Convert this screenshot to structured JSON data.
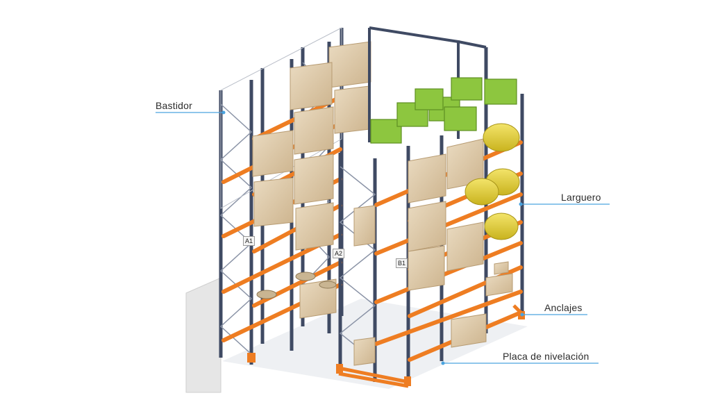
{
  "callouts": {
    "bastidor": "Bastidor",
    "larguero": "Larguero",
    "anclajes": "Anclajes",
    "placa": "Placa de nivelación"
  },
  "rack_labels": {
    "a1": "A1",
    "a2": "A2",
    "b1": "B1"
  },
  "colors": {
    "upright": "#3f4a63",
    "beam": "#ee7d22",
    "box": "#d9c4a2",
    "container": "#8dc63f",
    "drum": "#ead53a",
    "callout_line": "#4aa3df",
    "wall": "#e9e9e9"
  }
}
